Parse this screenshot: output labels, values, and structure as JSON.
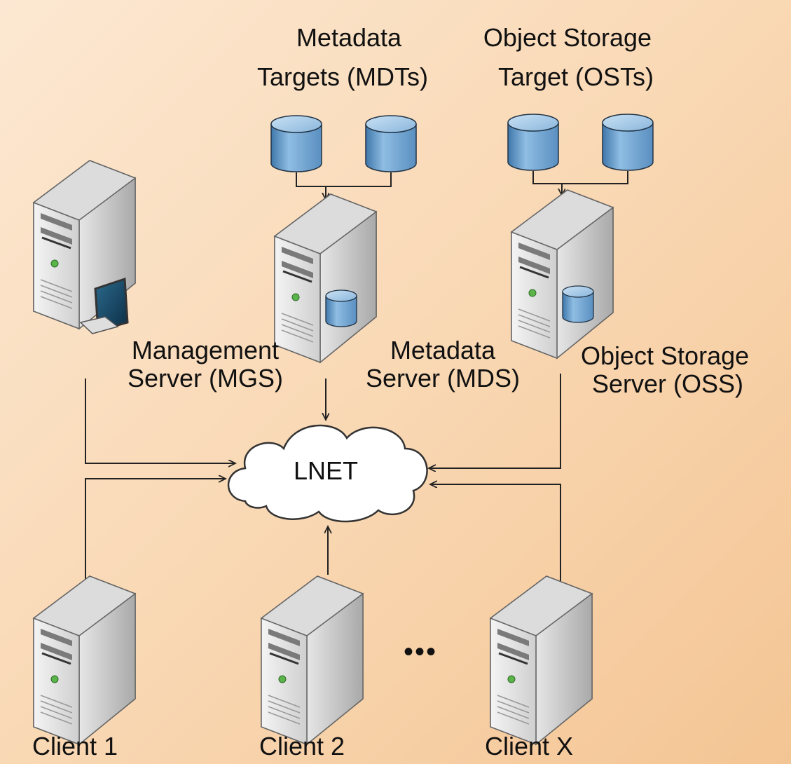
{
  "labels": {
    "mdt_line1": "Metadata",
    "mdt_line2": "Targets (MDTs)",
    "ost_line1": "Object Storage",
    "ost_line2": "Target (OSTs)",
    "mgs_line1": "Management",
    "mgs_line2": "Server (MGS)",
    "mds_line1": "Metadata",
    "mds_line2": "Server (MDS)",
    "oss_line1": "Object Storage",
    "oss_line2": "Server (OSS)",
    "network": "LNET",
    "client1": "Client 1",
    "client2": "Client 2",
    "clientx": "Client X",
    "ellipsis": "•••"
  },
  "colors": {
    "background_light": "#fce8d2",
    "background_dark": "#f4c594",
    "disk_blue": "#6a9cc8",
    "server_gray": "#d6d6d6",
    "cloud_fill": "#ffffff",
    "line": "#222222"
  },
  "icons": {
    "server": "server-tower-icon",
    "disk": "storage-cylinder-icon",
    "monitor": "monitor-icon",
    "cloud": "cloud-icon"
  }
}
